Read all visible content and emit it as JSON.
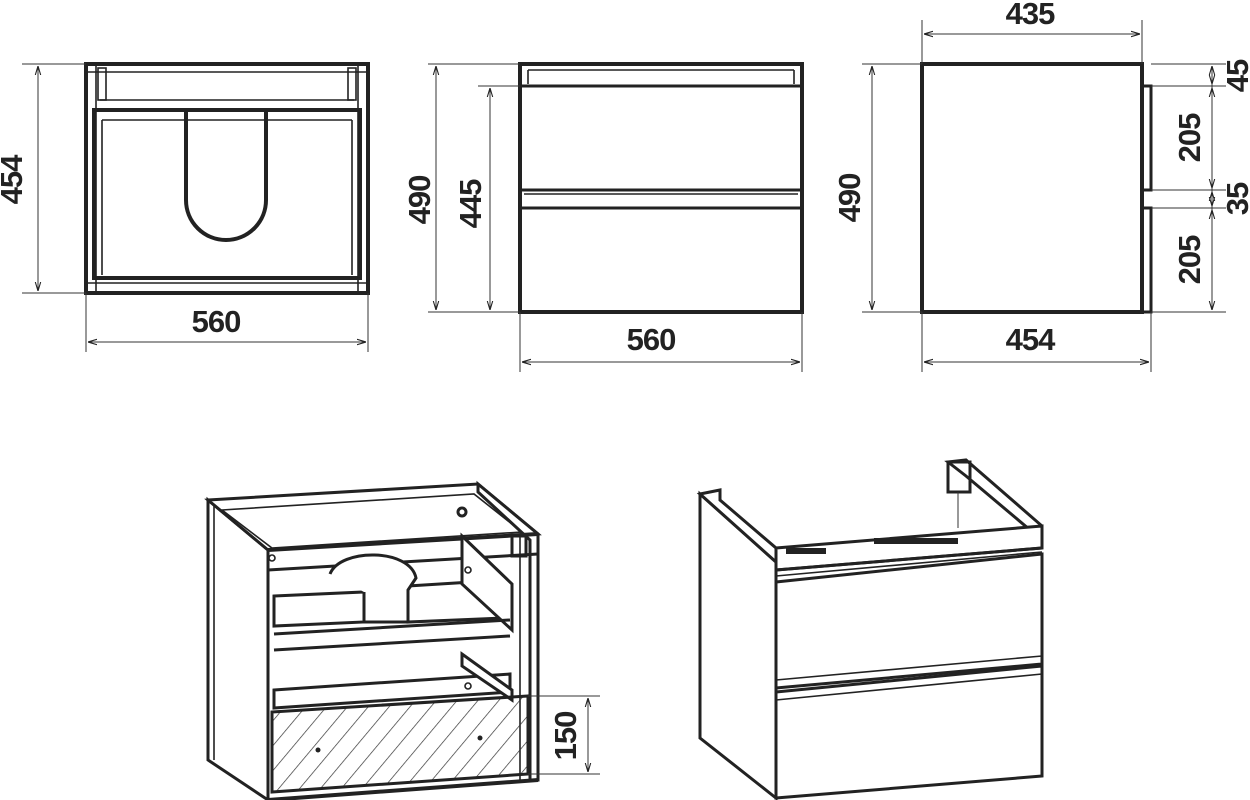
{
  "colors": {
    "line": "#222222",
    "background": "#ffffff"
  },
  "views": {
    "front_open": {
      "width_label": "560",
      "height_label": "454"
    },
    "front_closed": {
      "width_label": "560",
      "total_height_label": "490",
      "drawer_height_label": "445"
    },
    "side": {
      "top_width_label": "435",
      "bottom_width_label": "454",
      "total_height_label": "490",
      "top_gap_label": "45",
      "upper_drawer_label": "205",
      "mid_gap_label": "35",
      "lower_drawer_label": "205"
    },
    "isometric_open": {
      "inner_drawer_label": "150"
    },
    "isometric_closed": {}
  }
}
